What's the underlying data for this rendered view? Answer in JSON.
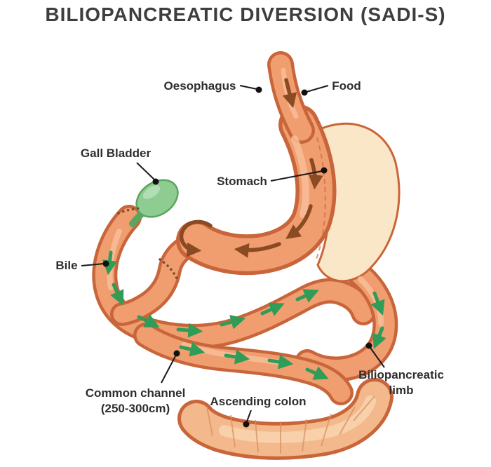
{
  "title": "BILIOPANCREATIC DIVERSION (SADI-S)",
  "labels": {
    "oesophagus": "Oesophagus",
    "food": "Food",
    "gall_bladder": "Gall Bladder",
    "stomach": "Stomach",
    "bile": "Bile",
    "common_channel_line1": "Common channel",
    "common_channel_line2": "(250-300cm)",
    "ascending_colon": "Ascending colon",
    "biliopancreatic_limb_line1": "Biliopancreatic",
    "biliopancreatic_limb_line2": "limb"
  },
  "colors": {
    "tube_outline": "#C9653A",
    "tube_fill": "#F09D6F",
    "pouch_fill": "#FAE7C8",
    "gallbladder_fill": "#8FCC92",
    "bile_arrow_green": "#2F9C57",
    "food_arrow_brown": "#8A4A22",
    "title_text": "#3E3E3E",
    "label_text": "#2E2E2E"
  }
}
